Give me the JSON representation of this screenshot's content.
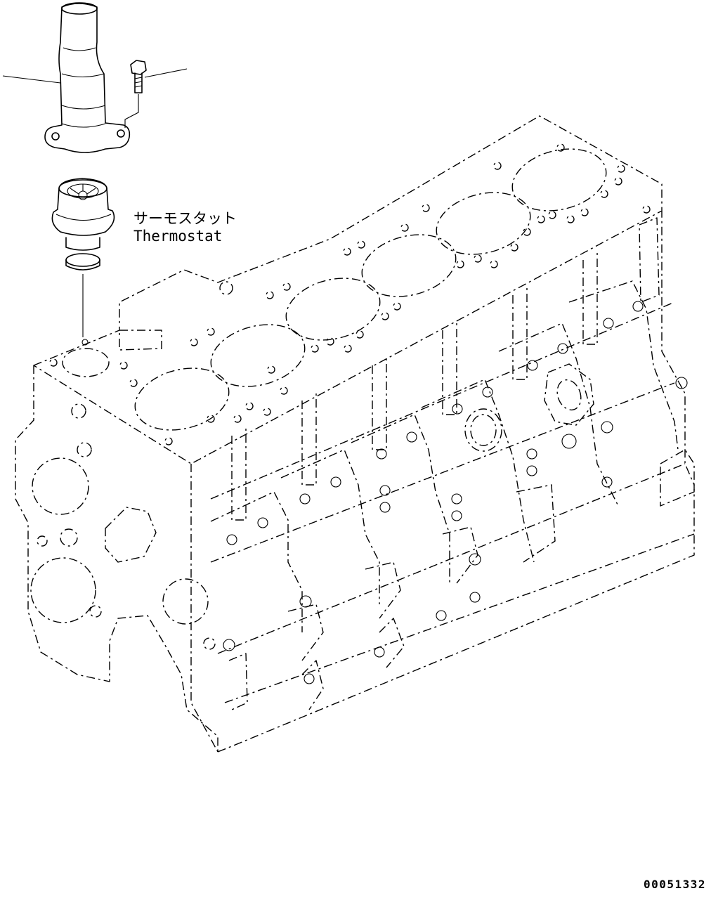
{
  "labels": {
    "thermostat_jp": "サーモスタット",
    "thermostat_en": "Thermostat"
  },
  "figure_code": "00051332"
}
